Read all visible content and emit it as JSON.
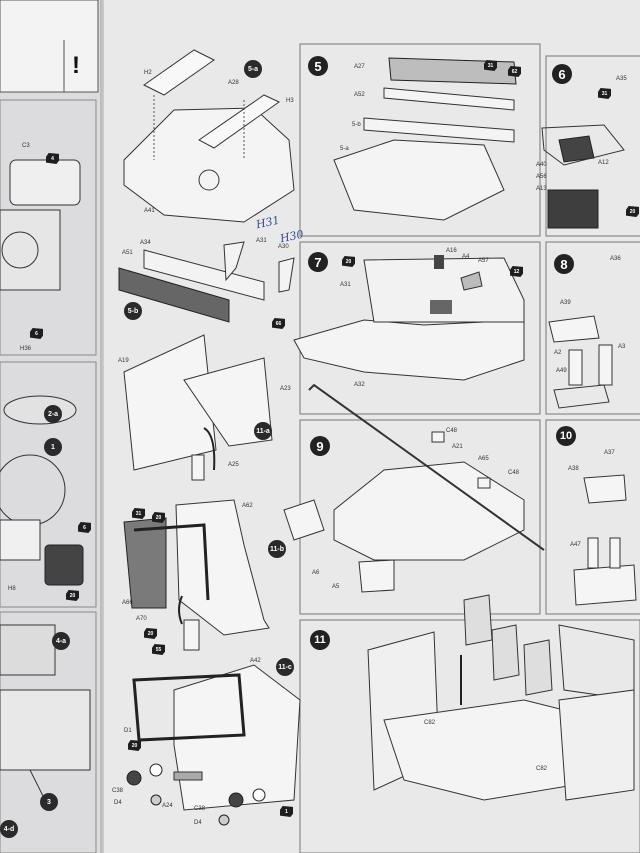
{
  "left_page": {
    "warning_mark": "!",
    "labels": [
      "C3",
      "H36",
      "H8"
    ],
    "paint_badges": [
      "4",
      "6",
      "6",
      "20"
    ],
    "sub_steps": [
      "2-a",
      "4-a",
      "4-d"
    ],
    "steps": [
      "1",
      "3"
    ]
  },
  "steps": [
    {
      "number": "5"
    },
    {
      "number": "6"
    },
    {
      "number": "7"
    },
    {
      "number": "8"
    },
    {
      "number": "9"
    },
    {
      "number": "10"
    },
    {
      "number": "11"
    }
  ],
  "sub_steps": [
    "5-a",
    "5-b",
    "11-a",
    "11-b",
    "11-c"
  ],
  "handwritten_notes": [
    "H31",
    "H30"
  ],
  "part_labels": {
    "s5a": [
      "H2",
      "A28",
      "H3",
      "A41"
    ],
    "s5b": [
      "A51",
      "A34",
      "A31",
      "A30"
    ],
    "s5": [
      "A27",
      "A52",
      "5-b",
      "5-a"
    ],
    "s6": [
      "A35",
      "A40",
      "A56",
      "A13",
      "A12"
    ],
    "s7": [
      "A31",
      "A16",
      "A4",
      "A57",
      "A32"
    ],
    "s8": [
      "A36",
      "A39",
      "A2",
      "A3",
      "A49"
    ],
    "s9": [
      "C48",
      "A21",
      "A65",
      "C48",
      "A6",
      "A5"
    ],
    "s10": [
      "A37",
      "A38",
      "A47"
    ],
    "s11a": [
      "A19",
      "A23",
      "A25"
    ],
    "s11b": [
      "A62",
      "A66",
      "A70"
    ],
    "s11c": [
      "A42",
      "D1",
      "C38",
      "D4",
      "A24",
      "C38",
      "D4"
    ],
    "s11": [
      "C82",
      "C82"
    ]
  },
  "paint_badges": {
    "s5": [
      "31",
      "62"
    ],
    "s5b": [
      "66"
    ],
    "s6": [
      "31",
      "20"
    ],
    "s7": [
      "20",
      "12"
    ],
    "s11b": [
      "31",
      "20",
      "20",
      "55"
    ],
    "s11c": [
      "20",
      "1"
    ]
  },
  "colors": {
    "paper": "#e9e9ea",
    "line": "#3a3a3a",
    "part_fill": "#f4f4f4",
    "shade": "#b5b5b7",
    "badge": "#1e1e1e"
  }
}
